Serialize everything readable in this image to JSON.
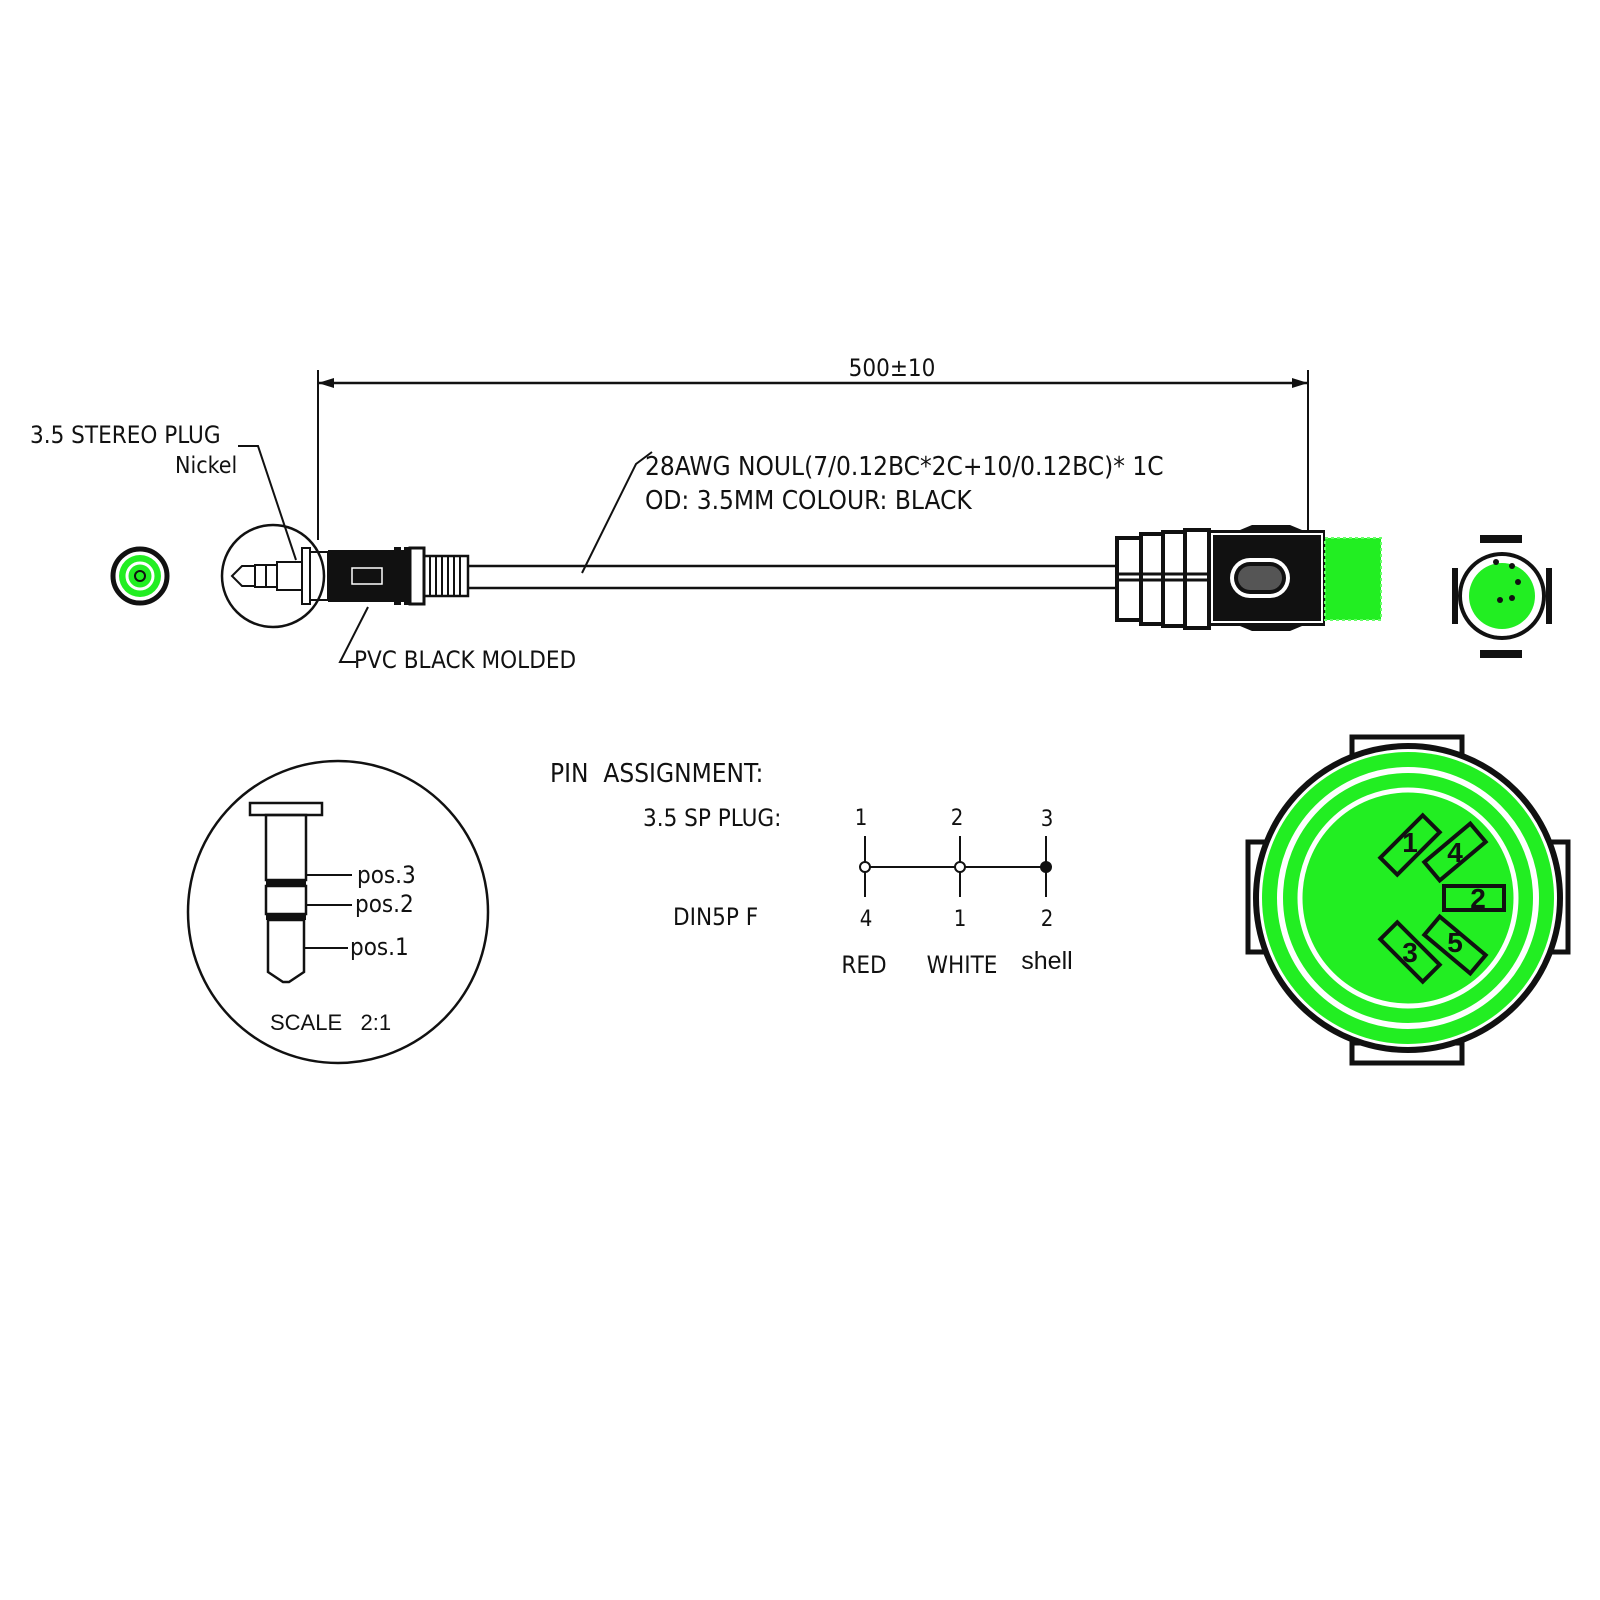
{
  "colors": {
    "ink": "#111111",
    "accent": "#22ee22",
    "paper": "#ffffff"
  },
  "dimension": {
    "length": "500±10"
  },
  "labels": {
    "plug_line1": "3.5 STEREO  PLUG",
    "plug_line2": "Nickel",
    "cable_line1": "28AWG NOUL(7/0.12BC*2C+10/0.12BC)* 1C",
    "cable_line2": "OD: 3.5MM  COLOUR: BLACK",
    "molded": "PVC BLACK MOLDED"
  },
  "detail": {
    "pos3": "pos.3",
    "pos2": "pos.2",
    "pos1": "pos.1",
    "scale": "SCALE   2:1"
  },
  "pin_assignment": {
    "title": "PIN  ASSIGNMENT:",
    "plug_label": "3.5 SP PLUG:",
    "din_label": "DIN5P F",
    "columns": [
      {
        "plug_pin": "1",
        "din_pin": "4",
        "wire": "RED"
      },
      {
        "plug_pin": "2",
        "din_pin": "1",
        "wire": "WHITE"
      },
      {
        "plug_pin": "3",
        "din_pin": "2",
        "wire": "shell"
      }
    ]
  },
  "din_face": {
    "pins": [
      "1",
      "4",
      "2",
      "3",
      "5"
    ]
  }
}
